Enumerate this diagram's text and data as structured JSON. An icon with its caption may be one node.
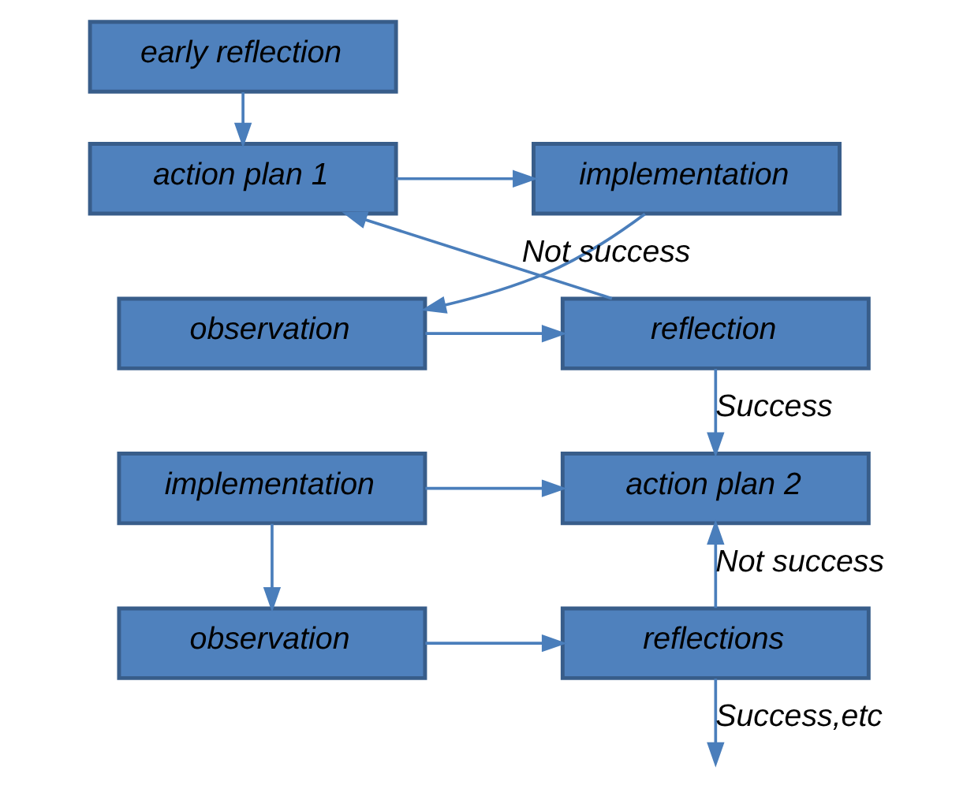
{
  "diagram": {
    "nodes": [
      {
        "text": [
          "early reflection"
        ]
      },
      {
        "text": [
          "action plan 1"
        ]
      },
      {
        "text": [
          "implementation"
        ]
      },
      {
        "text": [
          "observation"
        ]
      },
      {
        "text": [
          "reflection"
        ]
      },
      {
        "text": [
          "action plan 2"
        ]
      },
      {
        "text": [
          "implementation"
        ]
      },
      {
        "text": [
          "observation"
        ]
      },
      {
        "text": [
          "reflections"
        ]
      }
    ],
    "edges": [
      {
        "from": 0,
        "to": 1,
        "arrow": "to"
      },
      {
        "from": 1,
        "to": 2,
        "arrow": "to"
      },
      {
        "from": 2,
        "to": 3,
        "arrow": "to"
      },
      {
        "from": 3,
        "to": 4,
        "arrow": "to"
      },
      {
        "from": 4,
        "to": 1,
        "arrow": "to",
        "label": "Not success"
      },
      {
        "from": 4,
        "to": 5,
        "arrow": "to",
        "label": "Success"
      },
      {
        "from": 6,
        "to": 5,
        "arrow": "to"
      },
      {
        "from": 6,
        "to": 7,
        "arrow": "to"
      },
      {
        "from": 7,
        "to": 8,
        "arrow": "to"
      },
      {
        "from": 8,
        "to": 5,
        "arrow": "to",
        "label": "Not success"
      },
      {
        "from": 8,
        "to": null,
        "arrow": "to",
        "label": "Success,etc"
      }
    ]
  }
}
